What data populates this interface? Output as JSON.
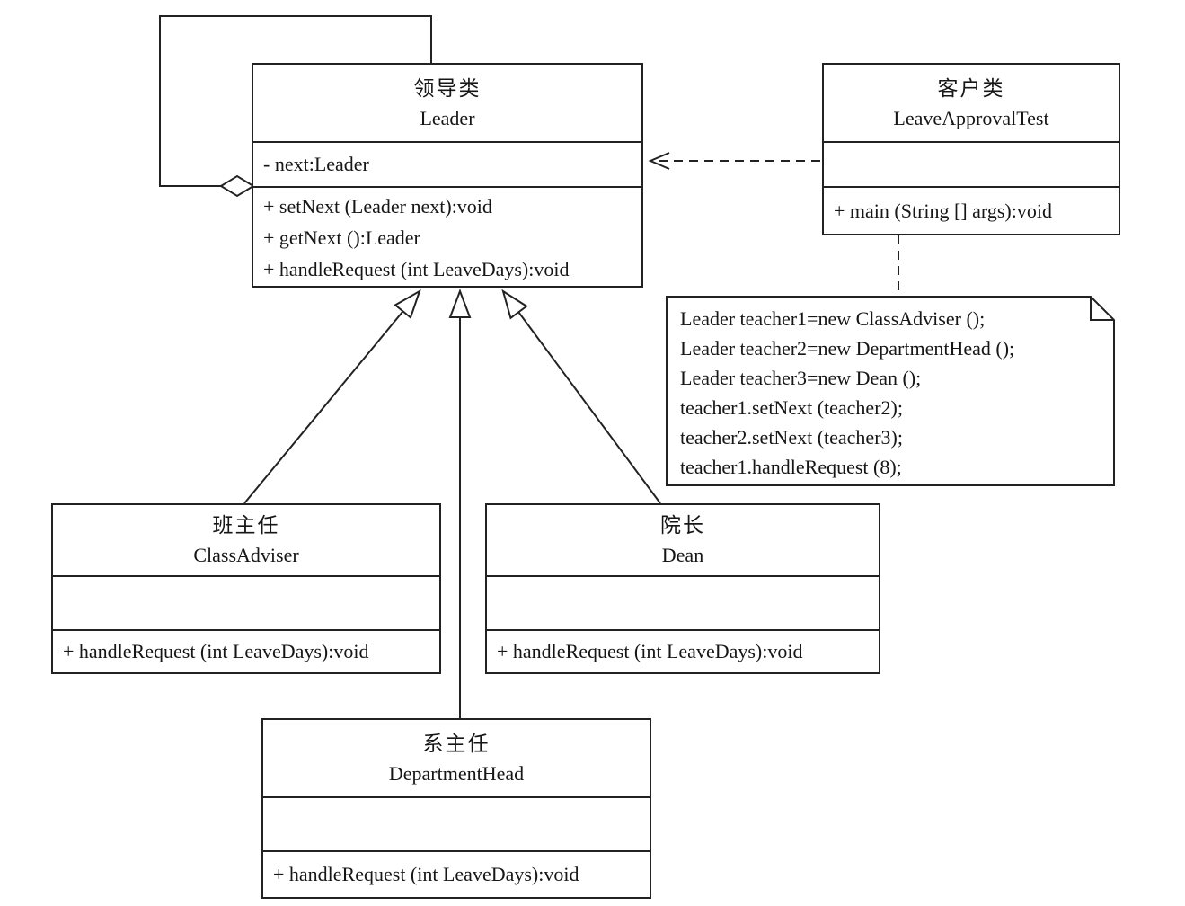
{
  "diagram": {
    "kind": "uml-class-diagram",
    "subject": "Chain of Responsibility - leave approval",
    "background_color": "#ffffff",
    "line_color": "#222222"
  },
  "classes": {
    "leader": {
      "title_cn": "领导类",
      "name": "Leader",
      "attributes": [
        "- next:Leader"
      ],
      "methods": [
        "+ setNext (Leader next):void",
        "+ getNext ():Leader",
        "+ handleRequest (int LeaveDays):void"
      ]
    },
    "client": {
      "title_cn": "客户类",
      "name": "LeaveApprovalTest",
      "attributes": [],
      "methods": [
        "+ main (String [] args):void"
      ]
    },
    "class_adviser": {
      "title_cn": "班主任",
      "name": "ClassAdviser",
      "attributes": [],
      "methods": [
        "+ handleRequest (int LeaveDays):void"
      ]
    },
    "dean": {
      "title_cn": "院长",
      "name": "Dean",
      "attributes": [],
      "methods": [
        "+ handleRequest (int LeaveDays):void"
      ]
    },
    "department_head": {
      "title_cn": "系主任",
      "name": "DepartmentHead",
      "attributes": [],
      "methods": [
        "+ handleRequest (int LeaveDays):void"
      ]
    }
  },
  "note": {
    "lines": [
      "Leader teacher1=new ClassAdviser ();",
      "Leader teacher2=new DepartmentHead ();",
      "Leader teacher3=new Dean ();",
      "teacher1.setNext (teacher2);",
      "teacher2.setNext (teacher3);",
      "teacher1.handleRequest (8);"
    ]
  },
  "relationships": [
    {
      "type": "self-aggregation",
      "from": "Leader",
      "to": "Leader"
    },
    {
      "type": "dependency-dashed-arrow",
      "from": "LeaveApprovalTest",
      "to": "Leader"
    },
    {
      "type": "generalization",
      "from": "ClassAdviser",
      "to": "Leader"
    },
    {
      "type": "generalization",
      "from": "DepartmentHead",
      "to": "Leader"
    },
    {
      "type": "generalization",
      "from": "Dean",
      "to": "Leader"
    },
    {
      "type": "note-anchor",
      "from": "LeaveApprovalTest",
      "to": "code-note"
    }
  ]
}
